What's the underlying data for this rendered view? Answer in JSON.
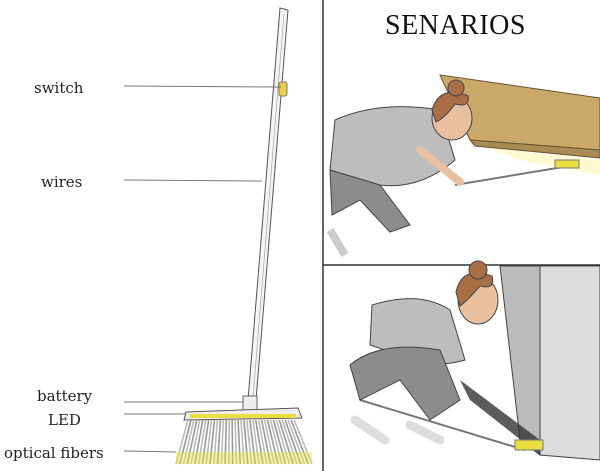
{
  "labels": {
    "switch": "switch",
    "wires": "wires",
    "battery": "battery",
    "led": "LED",
    "optical_fibers": "optical fibers"
  },
  "scenarios_title": "SENARIOS",
  "colors": {
    "led": "#e8e040",
    "cabinet": "#c9a86a",
    "fridge": "#dcdcdc",
    "shirt": "#bdbdbd",
    "pants": "#8c8c8c",
    "skin": "#e8c0a0",
    "hair": "#a86f45"
  }
}
